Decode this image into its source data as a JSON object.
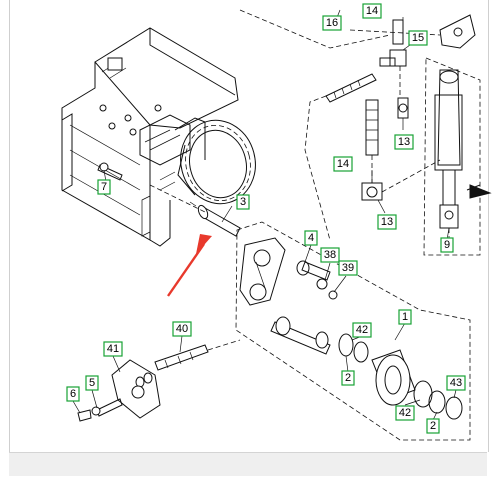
{
  "callouts": [
    {
      "label": "16"
    },
    {
      "label": "14"
    },
    {
      "label": "15"
    },
    {
      "label": "13"
    },
    {
      "label": "14"
    },
    {
      "label": "13"
    },
    {
      "label": "9"
    },
    {
      "label": "7"
    },
    {
      "label": "3"
    },
    {
      "label": "4"
    },
    {
      "label": "38"
    },
    {
      "label": "39"
    },
    {
      "label": "1"
    },
    {
      "label": "40"
    },
    {
      "label": "42"
    },
    {
      "label": "41"
    },
    {
      "label": "2"
    },
    {
      "label": "5"
    },
    {
      "label": "6"
    },
    {
      "label": "43"
    },
    {
      "label": "42"
    },
    {
      "label": "2"
    }
  ],
  "colors": {
    "callout_border": "#17a234",
    "arrow": "#e8392c",
    "line": "#111111",
    "bottom_bar": "#efefef"
  },
  "annotations": {
    "arrow_icon": "red-pointer-arrow-icon"
  }
}
